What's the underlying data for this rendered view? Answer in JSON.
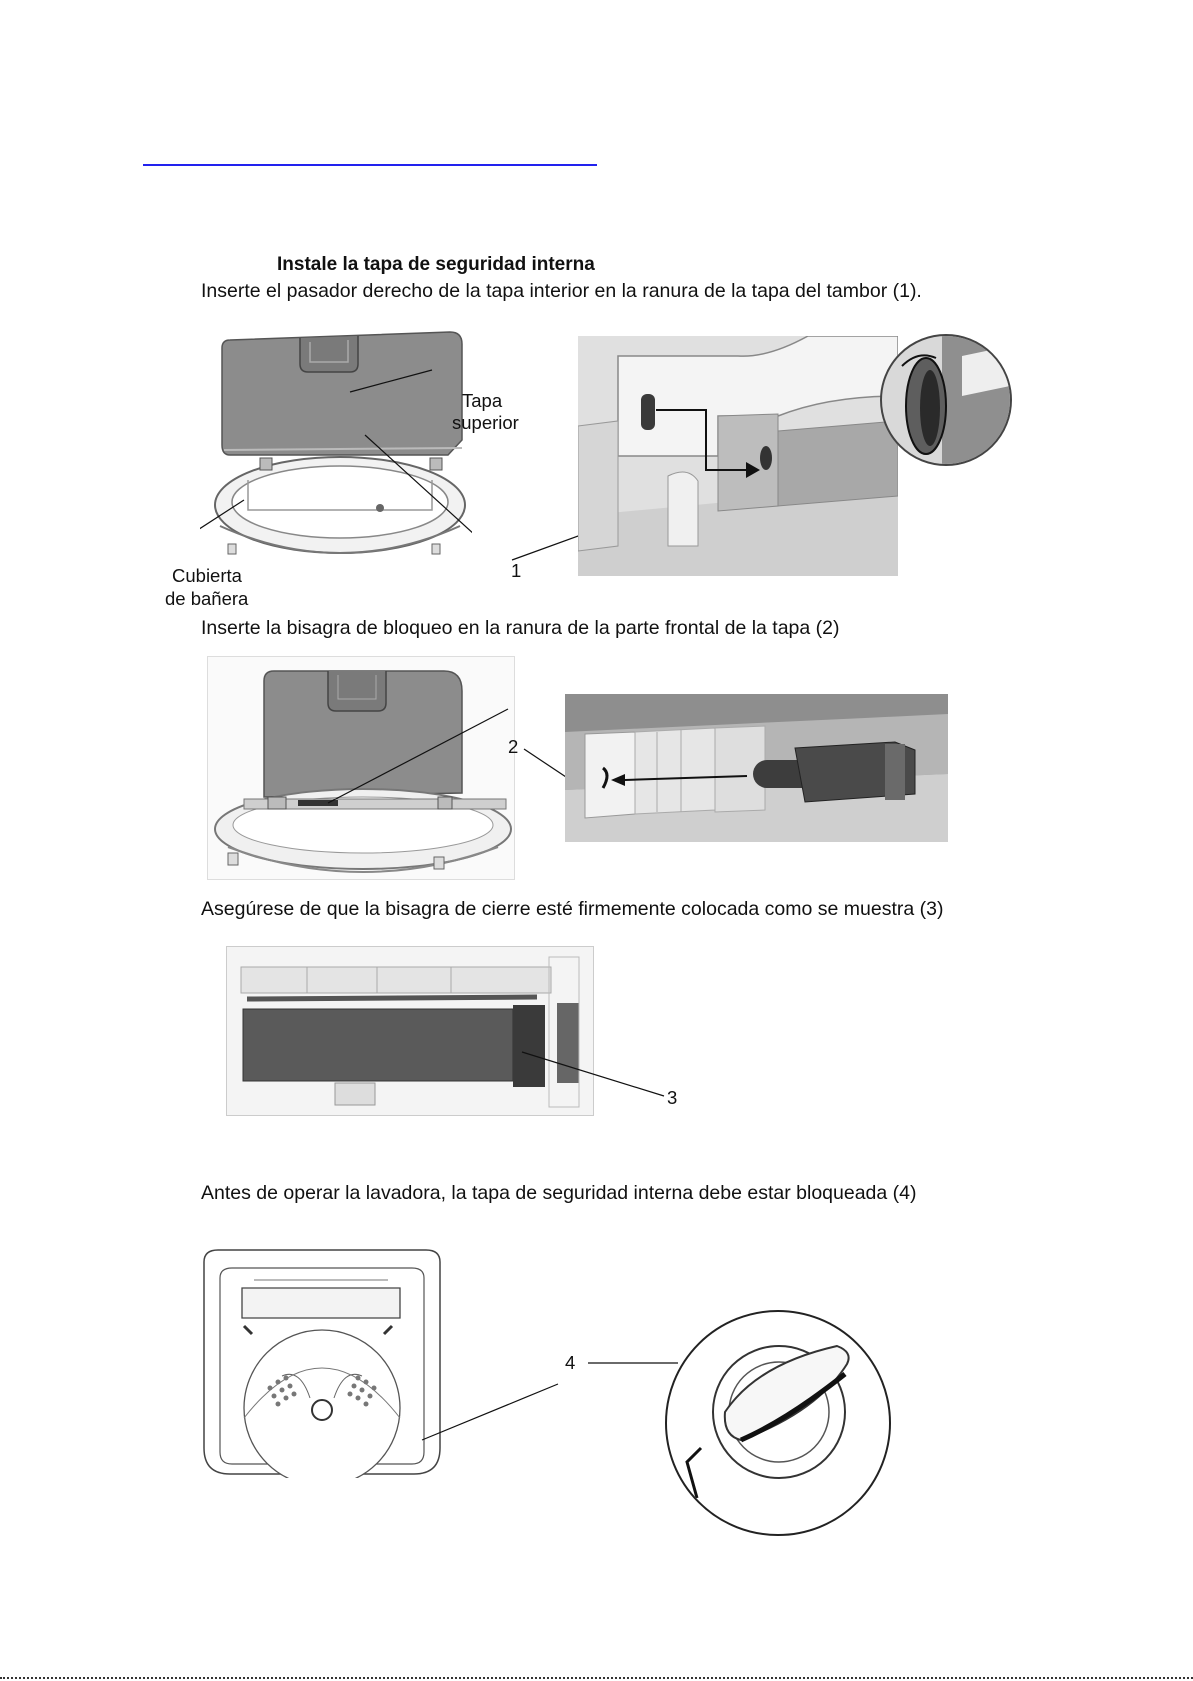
{
  "heading": "Instale la tapa de seguridad interna",
  "steps": [
    {
      "text": "Inserte el pasador derecho de la tapa interior en la ranura de la tapa del tambor (1)."
    },
    {
      "text": "Inserte la bisagra de bloqueo en la ranura de la parte frontal de la tapa (2)"
    },
    {
      "text": "Asegúrese de que la bisagra de cierre esté firmemente colocada como se muestra (3)"
    },
    {
      "text": "Antes de operar la lavadora, la tapa de seguridad interna debe estar bloqueada (4)"
    }
  ],
  "callouts": {
    "tapa_superior_1": "Tapa",
    "tapa_superior_2": "superior",
    "cubierta_1": "Cubierta",
    "cubierta_2": "de bañera",
    "num1": "1",
    "num2": "2",
    "num3": "3",
    "num4": "4"
  },
  "colors": {
    "link_rule": "#2222ee",
    "lid_gray": "#8c8c8c",
    "dark_gray": "#555555",
    "light_gray": "#e6e6e6"
  }
}
